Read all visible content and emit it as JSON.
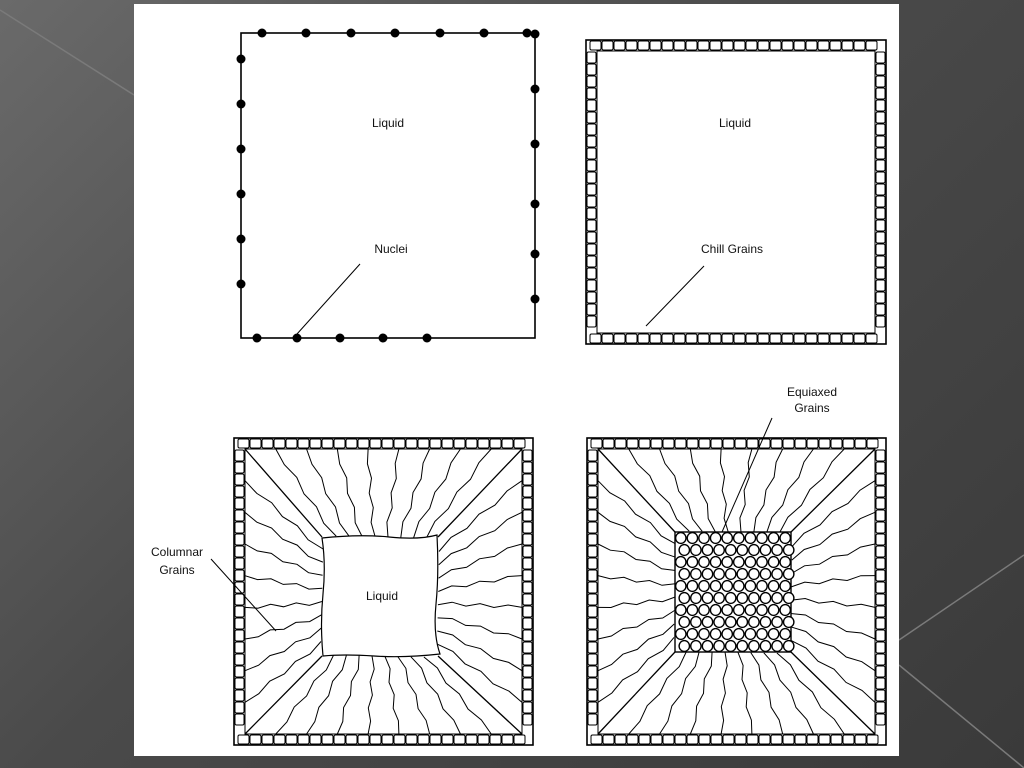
{
  "slide": {
    "background_color": "#555555",
    "panel_color": "#ffffff"
  },
  "panels": [
    {
      "id": "nuclei-stage",
      "labels": {
        "region": "Liquid",
        "callout": "Nuclei"
      }
    },
    {
      "id": "chill-stage",
      "labels": {
        "region": "Liquid",
        "callout": "Chill Grains"
      }
    },
    {
      "id": "columnar-stage",
      "labels": {
        "region": "Liquid",
        "callout_line1": "Columnar",
        "callout_line2": "Grains"
      }
    },
    {
      "id": "equiaxed-stage",
      "labels": {
        "callout_line1": "Equiaxed",
        "callout_line2": "Grains"
      }
    }
  ]
}
